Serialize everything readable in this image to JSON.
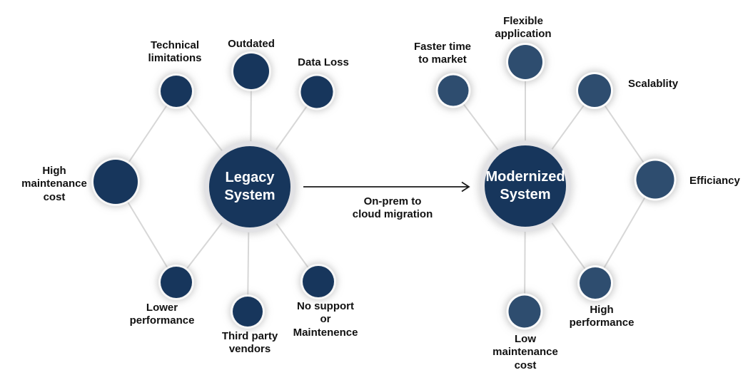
{
  "diagram": {
    "title": "",
    "arrow_label": "On-prem to\ncloud migration",
    "left_hub": {
      "id": "legacy-system",
      "label": "Legacy\nSystem"
    },
    "right_hub": {
      "id": "modernized-system",
      "label": "Modernized\nSystem"
    },
    "left_nodes": [
      {
        "id": "technical-limitations",
        "label": "Technical\nlimitations"
      },
      {
        "id": "outdated",
        "label": "Outdated"
      },
      {
        "id": "data-loss",
        "label": "Data Loss"
      },
      {
        "id": "high-maintenance-cost",
        "label": "High\nmaintenance\ncost"
      },
      {
        "id": "lower-performance",
        "label": "Lower\nperformance"
      },
      {
        "id": "third-party-vendors",
        "label": "Third party\nvendors"
      },
      {
        "id": "no-support-or-maintenence",
        "label": "No support\nor\nMaintenence"
      }
    ],
    "right_nodes": [
      {
        "id": "faster-time-to-market",
        "label": "Faster time\nto market"
      },
      {
        "id": "flexible-application",
        "label": "Flexible\napplication"
      },
      {
        "id": "scalablity",
        "label": "Scalablity"
      },
      {
        "id": "efficiancy",
        "label": "Efficiancy"
      },
      {
        "id": "high-performance",
        "label": "High\nperformance"
      },
      {
        "id": "low-maintenance-cost",
        "label": "Low\nmaintenance\ncost"
      }
    ],
    "edges": [
      "technical-limitations - legacy-system",
      "technical-limitations - high-maintenance-cost",
      "outdated - legacy-system",
      "data-loss - legacy-system",
      "high-maintenance-cost - lower-performance",
      "lower-performance - legacy-system",
      "third-party-vendors - legacy-system",
      "no-support-or-maintenence - legacy-system",
      "faster-time-to-market - modernized-system",
      "flexible-application - modernized-system",
      "scalablity - modernized-system",
      "scalablity - efficiancy",
      "efficiancy - high-performance",
      "high-performance - modernized-system",
      "low-maintenance-cost - modernized-system"
    ],
    "colors": {
      "hub_fill": "#17365c",
      "left_satellite_fill": "#17365c",
      "right_satellite_fill": "#2e4d6f",
      "hub_ring": "#e2e2e5",
      "edge_line": "#d7d7d7",
      "arrow": "#1a1a1a",
      "label_text": "#111111",
      "hub_text": "#ffffff",
      "background": "#ffffff"
    }
  }
}
